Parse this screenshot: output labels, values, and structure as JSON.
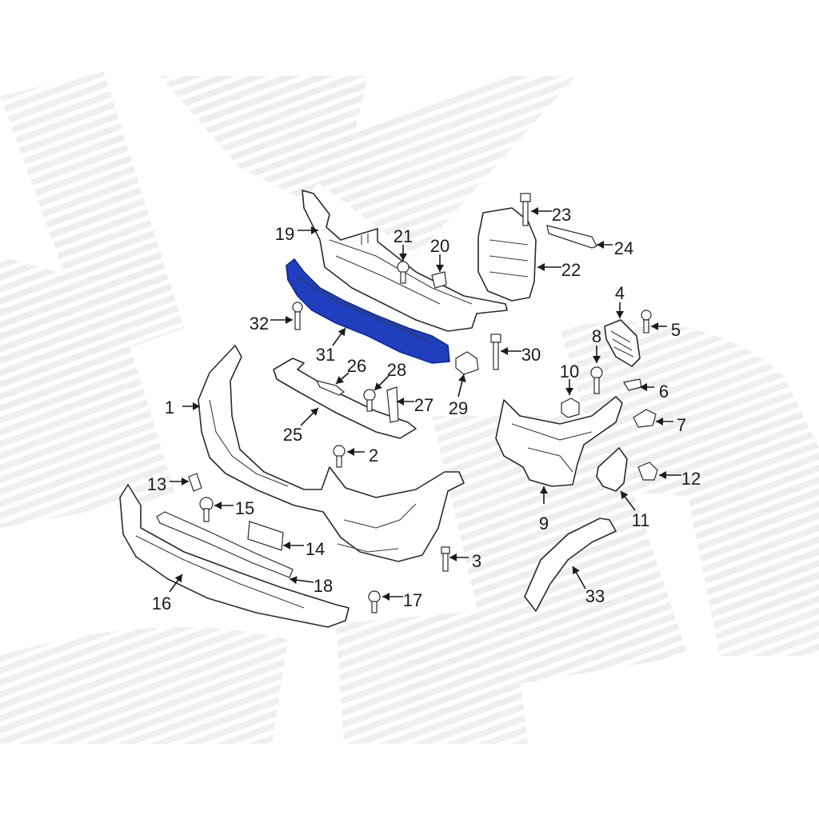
{
  "colors": {
    "highlight": "#1f3fbf",
    "highlight_stroke": "#0f2a8f",
    "line": "#2a2a2a",
    "watermark": "#ececec"
  },
  "callouts": [
    "1",
    "2",
    "3",
    "4",
    "5",
    "6",
    "7",
    "8",
    "9",
    "10",
    "11",
    "12",
    "13",
    "14",
    "15",
    "16",
    "17",
    "18",
    "19",
    "20",
    "21",
    "22",
    "23",
    "24",
    "25",
    "26",
    "27",
    "28",
    "29",
    "30",
    "31",
    "32",
    "33"
  ],
  "highlighted_part": "31"
}
